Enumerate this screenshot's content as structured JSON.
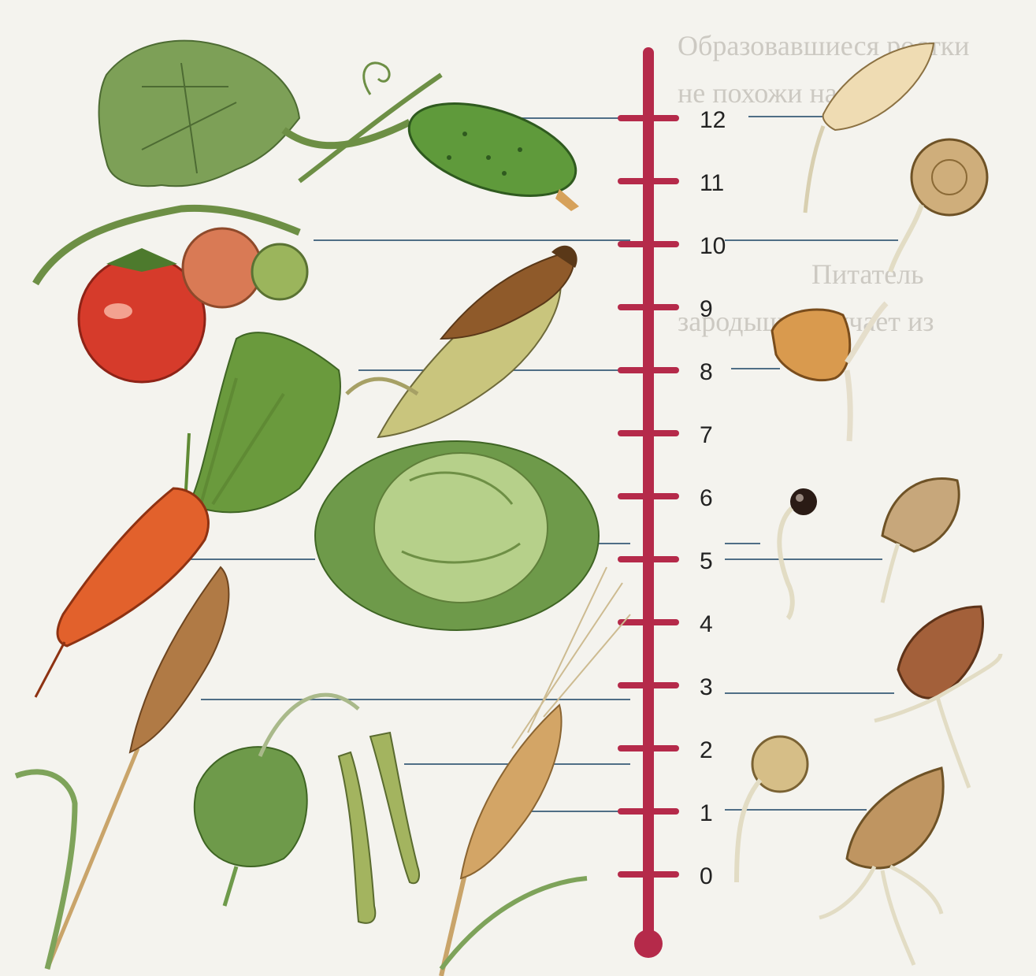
{
  "scale": {
    "ticks": [
      "0",
      "1",
      "2",
      "3",
      "4",
      "5",
      "6",
      "7",
      "8",
      "9",
      "10",
      "11",
      "12"
    ],
    "color": "#b52a4a"
  },
  "background_text": [
    "Образовавшиеся ростки",
    "не похожи на",
    "Питатель",
    "зародыш получает из"
  ],
  "crops": [
    {
      "name": "cucumber-plant",
      "line_level": 12,
      "seed": "cucumber-seed-sprout"
    },
    {
      "name": "tomato-plant",
      "line_level": 10,
      "seed": "beet-seed-sprout"
    },
    {
      "name": "corn-plant",
      "line_level": 8,
      "seed": "corn-seed-sprout"
    },
    {
      "name": "carrot-plant",
      "line_level": 5,
      "seed": "carrot-seed-sprout"
    },
    {
      "name": "cabbage-plant",
      "line_level": 5.2,
      "seed": "cabbage-seed-sprout"
    },
    {
      "name": "rye-plant",
      "line_level": 3,
      "seed": "rye-seed-sprout"
    },
    {
      "name": "pea-plant",
      "line_level": 2,
      "seed": "pea-seed-sprout"
    },
    {
      "name": "wheat-plant",
      "line_level": 1.2,
      "seed": "wheat-seed-sprout"
    }
  ]
}
